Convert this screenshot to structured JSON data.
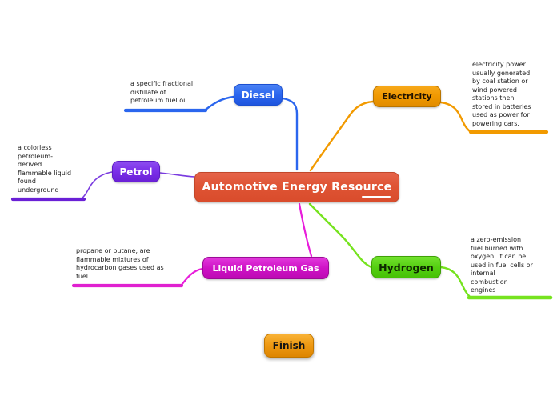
{
  "app": {
    "background": "#ffffff"
  },
  "root": {
    "label": "Automotive Energy Resource",
    "color": "#df5434",
    "text_color": "#ffffff"
  },
  "branches": [
    {
      "id": "diesel",
      "label": "Diesel",
      "color": "#2b66ee",
      "text_color": "#ffffff",
      "note": "a specific fractional\ndistillate of\npetroleum fuel oil"
    },
    {
      "id": "electricity",
      "label": "Electricity",
      "color": "#ef9800",
      "text_color": "#1f1200",
      "note": "electricity power\nusually generated\nby coal station or\nwind powered\nstations then\nstored in batteries\nused as power for\npowering cars."
    },
    {
      "id": "petrol",
      "label": "Petrol",
      "color": "#7a2ee8",
      "text_color": "#ffffff",
      "note": "a colorless\npetroleum-\nderived\nflammable liquid\nfound\nunderground"
    },
    {
      "id": "lpg",
      "label": "Liquid Petroleum Gas",
      "color": "#cf13c6",
      "text_color": "#ffffff",
      "note": "propane or butane, are\nflammable mixtures of\nhydrocarbon gases used as\nfuel"
    },
    {
      "id": "hydrogen",
      "label": "Hydrogen",
      "color": "#55cf12",
      "text_color": "#0e2800",
      "note": "a zero-emission\nfuel burned with\noxygen. It can be\nused in fuel cells or\ninternal\ncombustion\nengines"
    }
  ],
  "finish_button": {
    "label": "Finish",
    "color": "#ef9a14",
    "text_color": "#141414"
  }
}
